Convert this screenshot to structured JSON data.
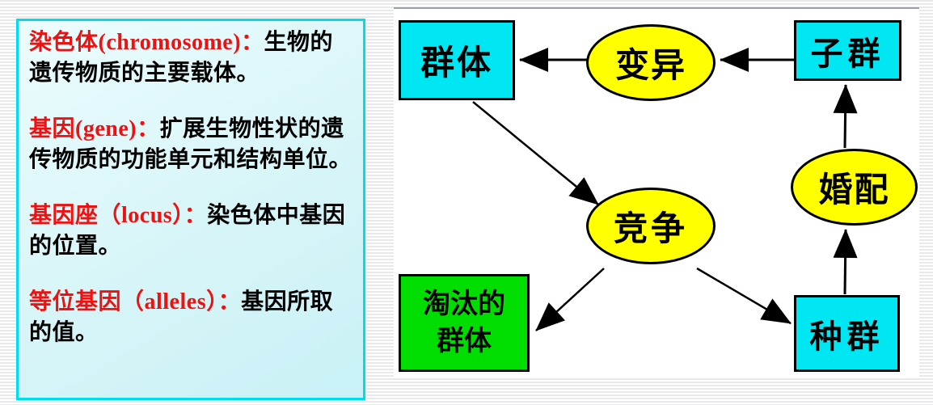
{
  "panel": {
    "term_color": "#ee1111",
    "text_color": "#000000",
    "border_color": "#00dcec",
    "paragraphs": [
      {
        "term": "染色体(chromosome)：",
        "definition": "生物的遗传物质的主要载体。"
      },
      {
        "term": "基因(gene)：",
        "definition": "扩展生物性状的遗传物质的功能单元和结构单位。"
      },
      {
        "term": "基因座（locus）：",
        "definition": "染色体中基因的位置。"
      },
      {
        "term": "等位基因（alleles）：",
        "definition": "基因所取的值。"
      }
    ]
  },
  "diagram": {
    "colors": {
      "box_cyan": "#00e6f2",
      "ellipse_yellow": "#ffff00",
      "box_green": "#00dd00",
      "line_black": "#000000"
    },
    "nodes": {
      "population": {
        "label": "群体",
        "shape": "rect",
        "fill": "#00e6f2"
      },
      "variation": {
        "label": "变异",
        "shape": "ellipse",
        "fill": "#ffff00"
      },
      "subgroup": {
        "label": "子群",
        "shape": "rect",
        "fill": "#00e6f2"
      },
      "mating": {
        "label": "婚配",
        "shape": "ellipse",
        "fill": "#ffff00"
      },
      "competition": {
        "label": "竞争",
        "shape": "ellipse",
        "fill": "#ffff00"
      },
      "selected": {
        "label": "种群",
        "shape": "rect",
        "fill": "#00e6f2"
      },
      "eliminated": {
        "label": "淘汰的群体",
        "label_line1": "淘汰的",
        "label_line2": "群体",
        "shape": "rect",
        "fill": "#00dd00"
      }
    },
    "edges": [
      {
        "from": "变异",
        "to": "群体"
      },
      {
        "from": "子群",
        "to": "变异"
      },
      {
        "from": "群体",
        "to": "竞争"
      },
      {
        "from": "竞争",
        "to": "淘汰的群体"
      },
      {
        "from": "竞争",
        "to": "种群"
      },
      {
        "from": "种群",
        "to": "婚配"
      },
      {
        "from": "婚配",
        "to": "子群"
      }
    ]
  }
}
